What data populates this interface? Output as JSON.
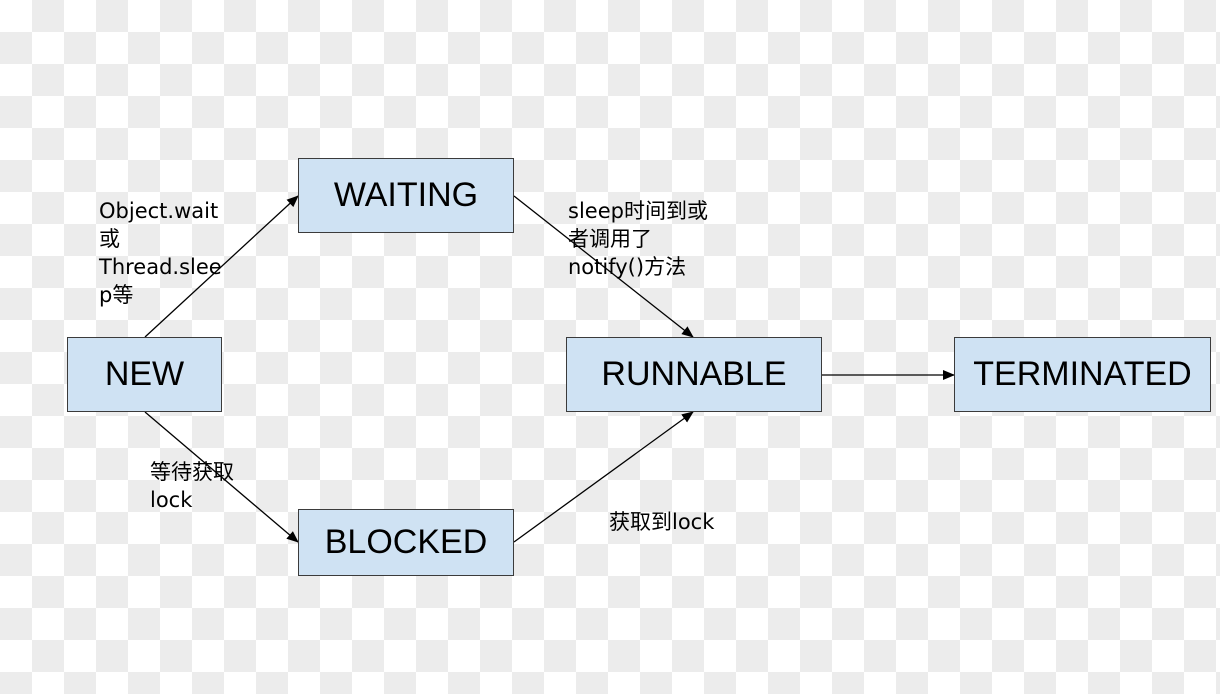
{
  "diagram": {
    "states": {
      "new": "NEW",
      "waiting": "WAITING",
      "runnable": "RUNNABLE",
      "blocked": "BLOCKED",
      "terminated": "TERMINATED"
    },
    "transitions": {
      "new_to_waiting": "Object.wait\n或\nThread.slee\np等",
      "waiting_to_runnable": "sleep时间到或\n者调用了\nnotify()方法",
      "new_to_blocked": "等待获取\nlock",
      "blocked_to_runnable": "获取到lock"
    },
    "colors": {
      "box_fill": "#cfe2f3",
      "box_border": "#3b3b3b",
      "arrow": "#000000"
    }
  }
}
